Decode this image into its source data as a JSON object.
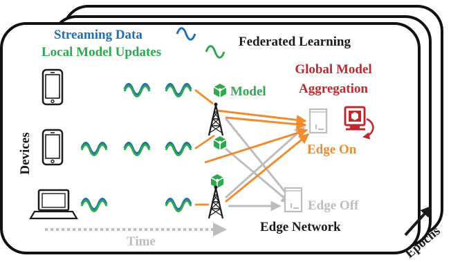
{
  "legend": {
    "streaming_data": "Streaming Data",
    "local_model_updates": "Local Model Updates"
  },
  "title": "Federated Learning",
  "global_model_aggregation": [
    "Global Model",
    "Aggregation"
  ],
  "model_label": "Model",
  "devices_label": "Devices",
  "edge_on_label": "Edge On",
  "edge_off_label": "Edge Off",
  "edge_network_label": "Edge Network",
  "time_label": "Time",
  "epochs_label": "Epochs",
  "colors": {
    "blue": "#1f6fb5",
    "green": "#2fa84f",
    "orange": "#f28a2e",
    "red": "#c0282d",
    "gray": "#bdbdbd",
    "dark": "#1a1a1a"
  },
  "icons": [
    "smartphone-icon",
    "laptop-icon",
    "cell-tower-icon",
    "server-icon",
    "model-icon",
    "global-model-icon",
    "wave-icon"
  ]
}
